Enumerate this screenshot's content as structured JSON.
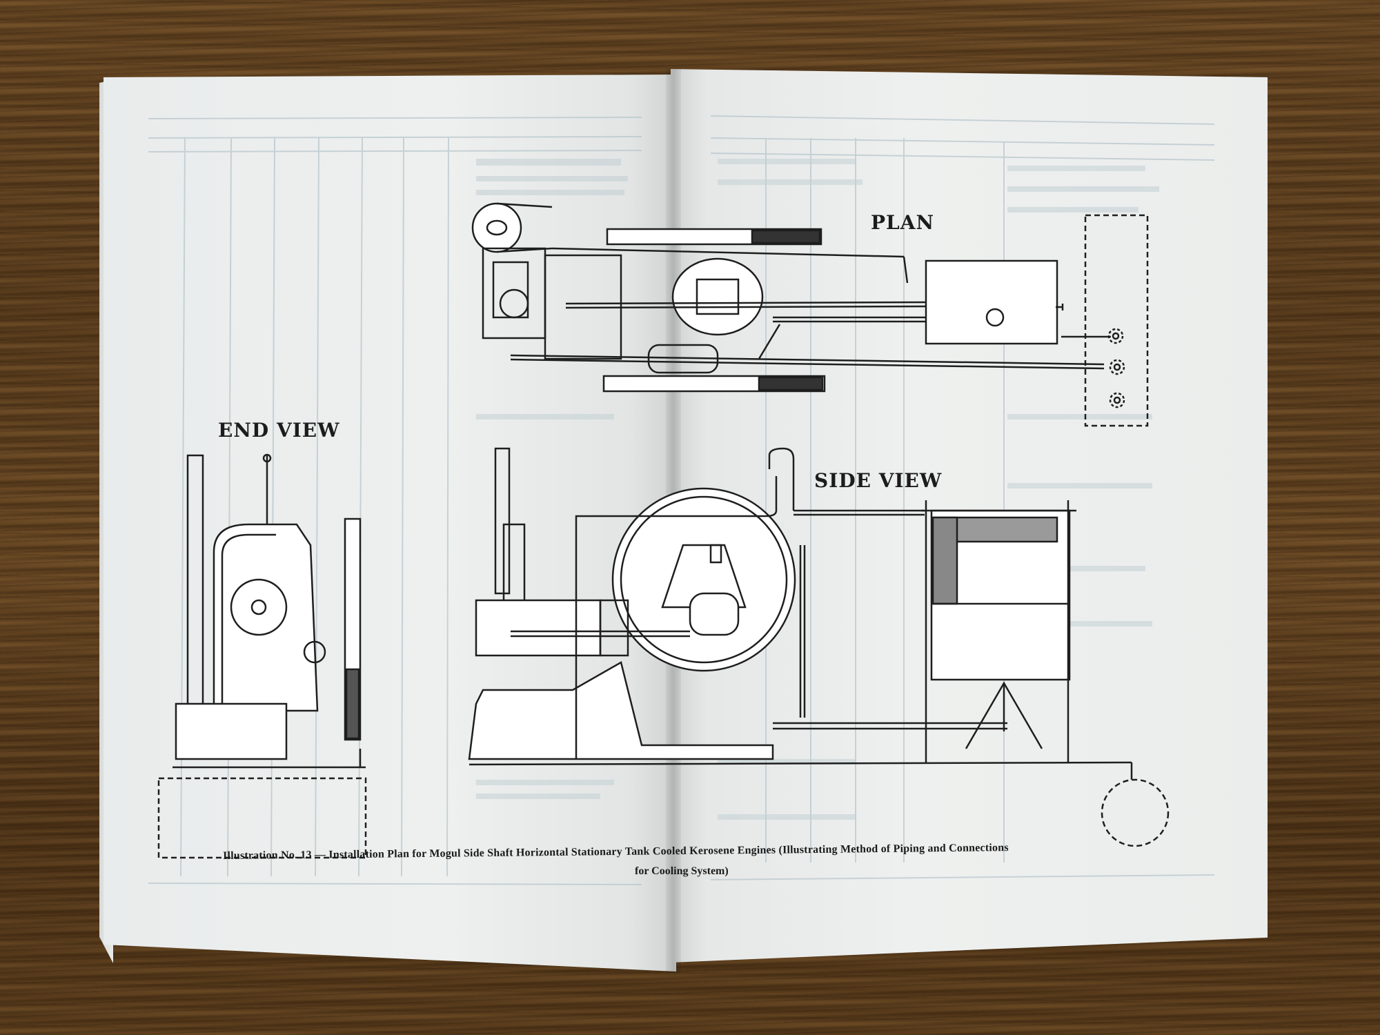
{
  "document": {
    "type": "open-booklet-photo",
    "background": "wooden-table",
    "colors": {
      "paper": "#eef0ef",
      "ink": "#1c1c1c",
      "showthrough": "#b8c6cc",
      "wood_light": "#8a6536",
      "wood_dark": "#4c3217"
    }
  },
  "diagram": {
    "labels": {
      "plan": "PLAN",
      "end_view": "END VIEW",
      "side_view": "SIDE VIEW"
    },
    "caption": {
      "line1": "Illustration No. 13 — Installation Plan for Mogul Side Shaft Horizontal Stationary Tank Cooled Kerosene Engines (Illustrating Method of Piping and Connections",
      "line2": "for Cooling System)"
    }
  }
}
